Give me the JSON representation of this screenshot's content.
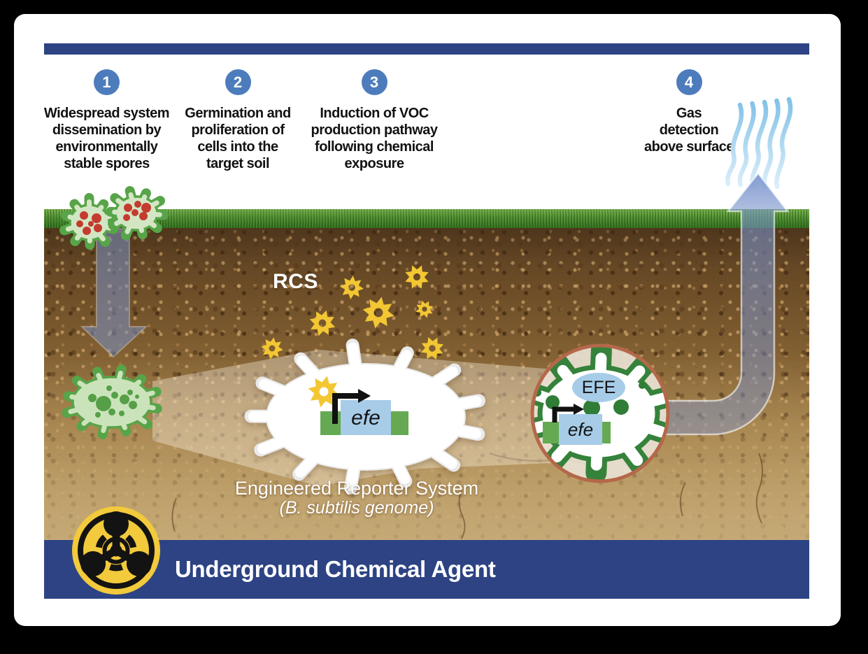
{
  "top_bar": {
    "color": "#2d4384"
  },
  "badge_color": "#4d7cbc",
  "steps": [
    {
      "number": "1",
      "label": "Widespread system\ndissemination by\nenvironmentally\nstable spores"
    },
    {
      "number": "2",
      "label": "Germination and\nproliferation of\ncells into the\ntarget soil"
    },
    {
      "number": "3",
      "label": "Induction of VOC\nproduction pathway\nfollowing chemical\nexposure"
    },
    {
      "number": "4",
      "label": "Gas\ndetection\nabove surface"
    }
  ],
  "scene": {
    "rcs_label": "RCS",
    "gene_label": "efe",
    "enzyme_label": "EFE",
    "caption_line1": "Engineered Reporter System",
    "caption_line2": "(B. subtilis genome)"
  },
  "bottom_bar": {
    "title": "Underground Chemical Agent",
    "color": "#2d4384"
  },
  "colors": {
    "star_yellow": "#f2c733",
    "gene_green": "#66a953",
    "gene_blue": "#a6cce8",
    "promoter_black": "#111111",
    "spore_outline": "#57a449",
    "spore_fill": "#d3e6c3",
    "spore_dot_red": "#c43b30",
    "cell_dot_green": "#55a047",
    "magnified_outline": "#35823b",
    "magnified_dot_green": "#2f7d36",
    "circle_border": "#b4684a",
    "arrow_blue": "#7a92c6",
    "gas_wave_top": "#7fc0e6",
    "gas_wave_bottom": "#dbeefa",
    "hazard_yellow": "#f2ca3b",
    "hazard_black": "#131313"
  }
}
